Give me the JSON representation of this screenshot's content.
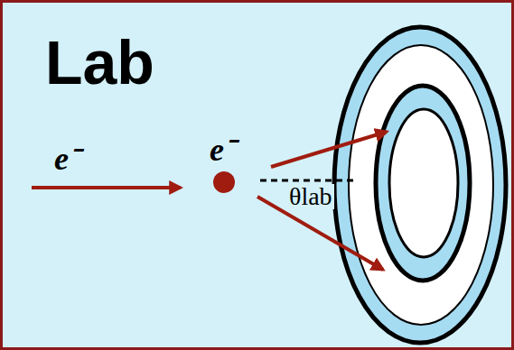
{
  "diagram": {
    "labels": [
      "Lab",
      "e⁻",
      "e⁻",
      "θlab"
    ]
  }
}
